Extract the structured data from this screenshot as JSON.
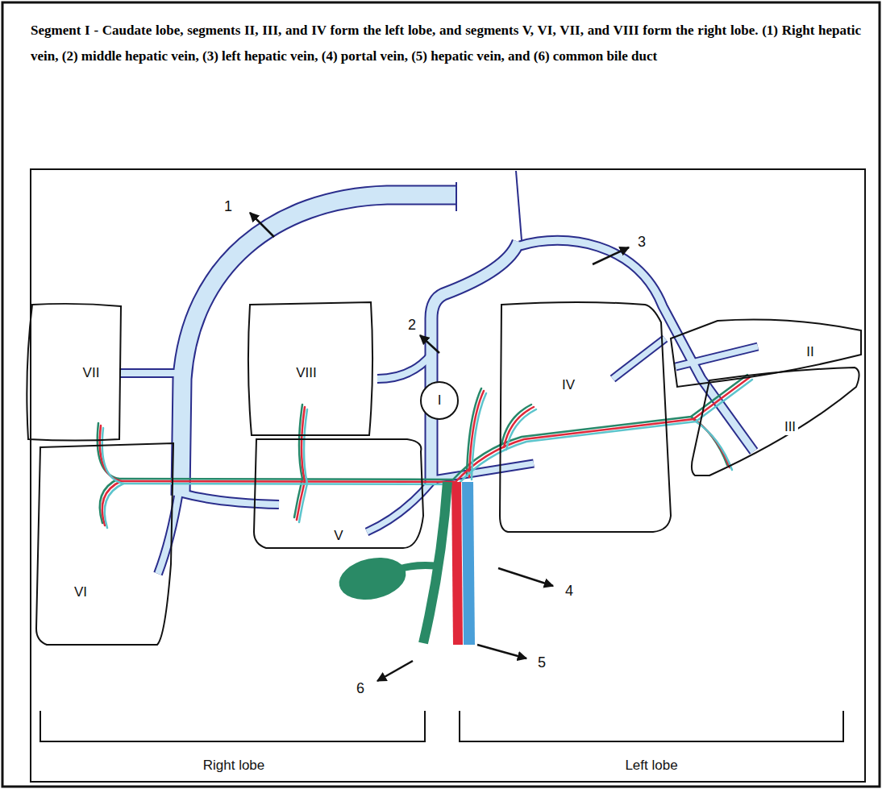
{
  "diagram": {
    "title": "Segment I - Caudate lobe, segments II, III, and IV form the left lobe, and segments V, VI, VII, and VIII form the right lobe. (1) Right hepatic vein, (2) middle hepatic vein, (3) left hepatic vein, (4) portal vein, (5) hepatic vein, and (6) common bile duct",
    "nodes": [
      {
        "text": [
          "VII"
        ]
      },
      {
        "text": [
          "VIII"
        ]
      },
      {
        "text": [
          "IV"
        ]
      },
      {
        "text": [
          "II"
        ]
      },
      {
        "text": [
          "I"
        ]
      },
      {
        "text": [
          "III"
        ]
      },
      {
        "text": [
          "VI"
        ]
      },
      {
        "text": [
          "V"
        ]
      }
    ],
    "labels": [
      "1",
      "2",
      "3",
      "4",
      "5",
      "6",
      "Right lobe",
      "Left lobe"
    ]
  }
}
